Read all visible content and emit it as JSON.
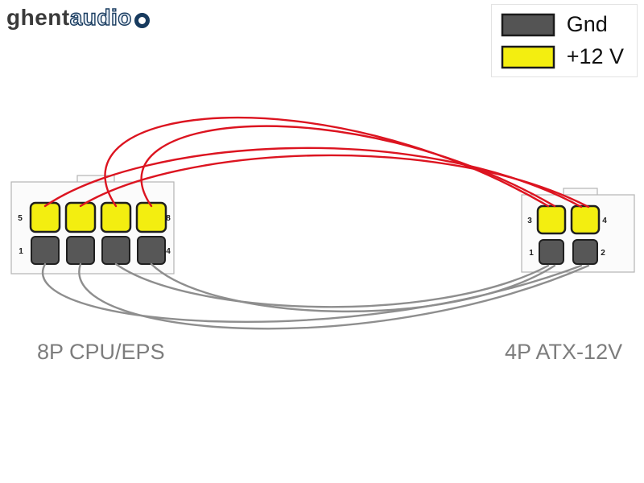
{
  "logo": {
    "text_primary": "ghent",
    "text_secondary": "audio"
  },
  "legend": {
    "items": [
      {
        "label": "Gnd",
        "color": "#545454",
        "border": "#1a1a1a"
      },
      {
        "label": "+12 V",
        "color": "#f3ee10",
        "border": "#1a1a1a"
      }
    ]
  },
  "connectors": {
    "left": {
      "label": "8P CPU/EPS",
      "pin_labels": {
        "top_left": "5",
        "top_right": "8",
        "bottom_left": "1",
        "bottom_right": "4"
      }
    },
    "right": {
      "label": "4P ATX-12V",
      "pin_labels": {
        "top_left": "3",
        "top_right": "4",
        "bottom_left": "1",
        "bottom_right": "2"
      }
    }
  },
  "colors": {
    "wire_12v": "#dc1420",
    "wire_gnd": "#8e8e8e",
    "pin_12v": "#f3ee10",
    "pin_gnd": "#575757",
    "pin_border": "#1f1f1f",
    "body_fill": "#fbfbfb",
    "body_border": "#b5b5b5"
  }
}
